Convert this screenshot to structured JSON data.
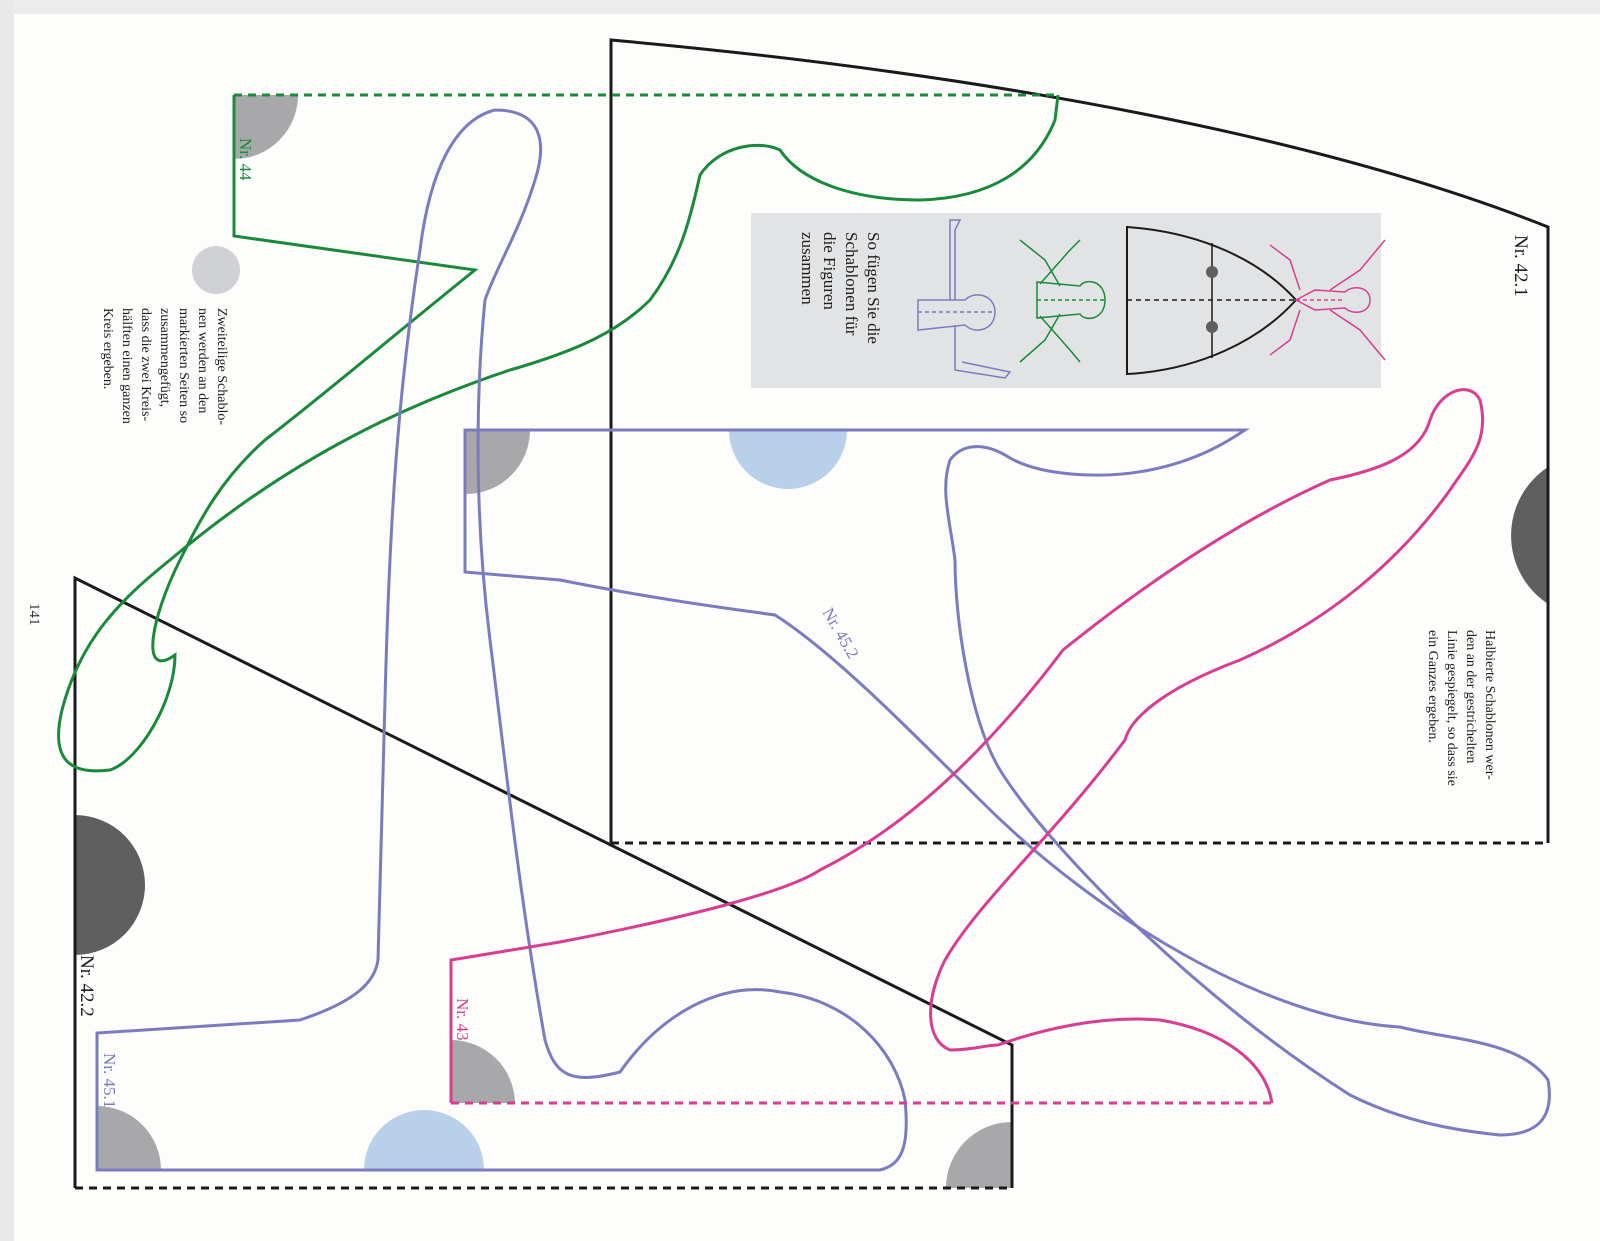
{
  "page_number": "141",
  "labels": {
    "nr_42_1": "Nr. 42.1",
    "nr_42_2": "Nr. 42.2",
    "nr_43": "Nr. 43",
    "nr_44": "Nr. 44",
    "nr_45_1": "Nr. 45.1",
    "nr_45_2": "Nr. 45.2"
  },
  "notes": {
    "halved": [
      "Halbierte Schablonen wer-",
      "den an der gestrichelten",
      "Linie gespiegelt, so dass sie",
      "ein Ganzes ergeben."
    ],
    "two_part": [
      "Zweiteilige Schablo-",
      "nen werden an den",
      "markierten Seiten so",
      "zusammengefügt,",
      "dass die zwei Kreis-",
      "hälften einen ganzen",
      "Kreis ergeben."
    ],
    "assembly": [
      "So fügen Sie die",
      "Schablonen für",
      "die Figuren",
      "zusammen"
    ]
  },
  "colors": {
    "black_outline": "#1a1a1a",
    "green": "#1a8a3a",
    "purple": "#7b7cbf",
    "pink": "#d83d92",
    "dark_circle": "#5f5f5f",
    "gray_circle": "#a8a8aa",
    "light_circle": "#cfd1d4",
    "blue_circle": "#b8d0ea",
    "panel": "#e2e3e5"
  }
}
